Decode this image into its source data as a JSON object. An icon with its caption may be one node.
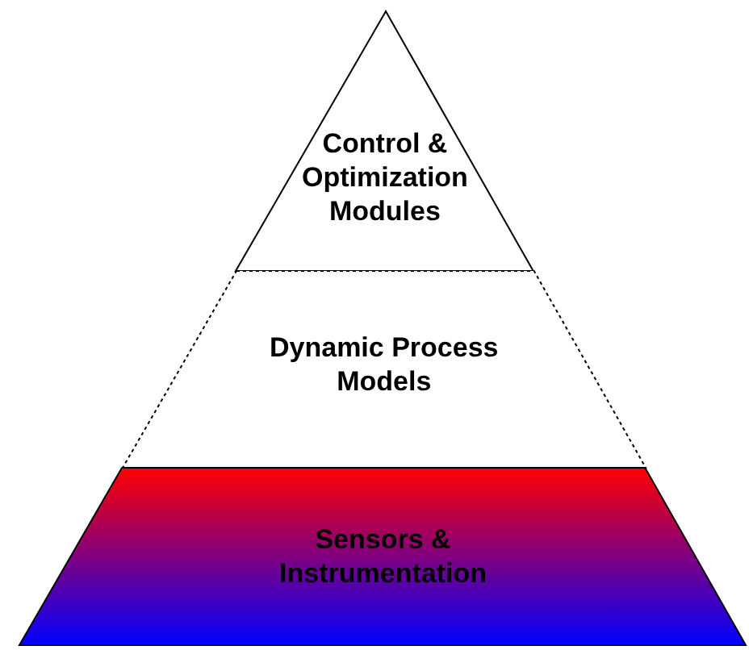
{
  "diagram": {
    "nodes": [
      {
        "text": [
          "Control & Optimization Modules"
        ]
      },
      {
        "text": [
          "Dynamic Process Models"
        ]
      },
      {
        "text": [
          "Sensors & Instrumentation"
        ]
      }
    ]
  }
}
